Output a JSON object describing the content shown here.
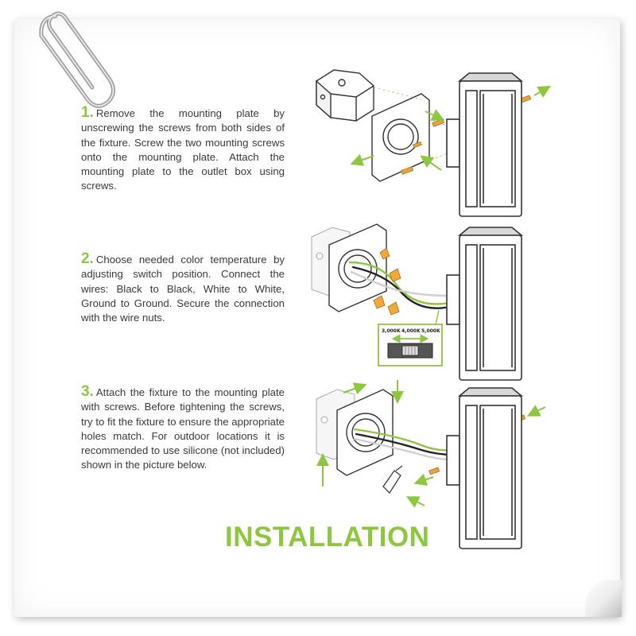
{
  "steps": [
    {
      "number": "1.",
      "text": "Remove the mounting plate by unscrewing the screws from both sides of the fixture. Screw the two mounting screws onto the mounting plate. Attach the mounting plate to the outlet box using screws."
    },
    {
      "number": "2.",
      "text": "Choose needed color temperature by adjusting switch position. Connect the wires: Black to Black, White to White, Ground to Ground. Secure the connection with the wire nuts."
    },
    {
      "number": "3.",
      "text": "Attach the fixture to the mounting plate with screws. Before tightening the screws, try to fit the fixture to ensure the appropriate holes match. For outdoor locations it is recommended to use silicone (not included) shown in the picture below."
    }
  ],
  "switch_labels": [
    "3,000K",
    "4,000K",
    "5,000K"
  ],
  "title": "INSTALLATION",
  "colors": {
    "accent": "#8dc63f",
    "text": "#3a3a3a",
    "screw": "#e8a33d",
    "line": "#333333"
  },
  "icons": [
    "paperclip-icon",
    "arrow-icon",
    "screw-icon",
    "wire-nut-icon",
    "silicone-tube-icon"
  ]
}
